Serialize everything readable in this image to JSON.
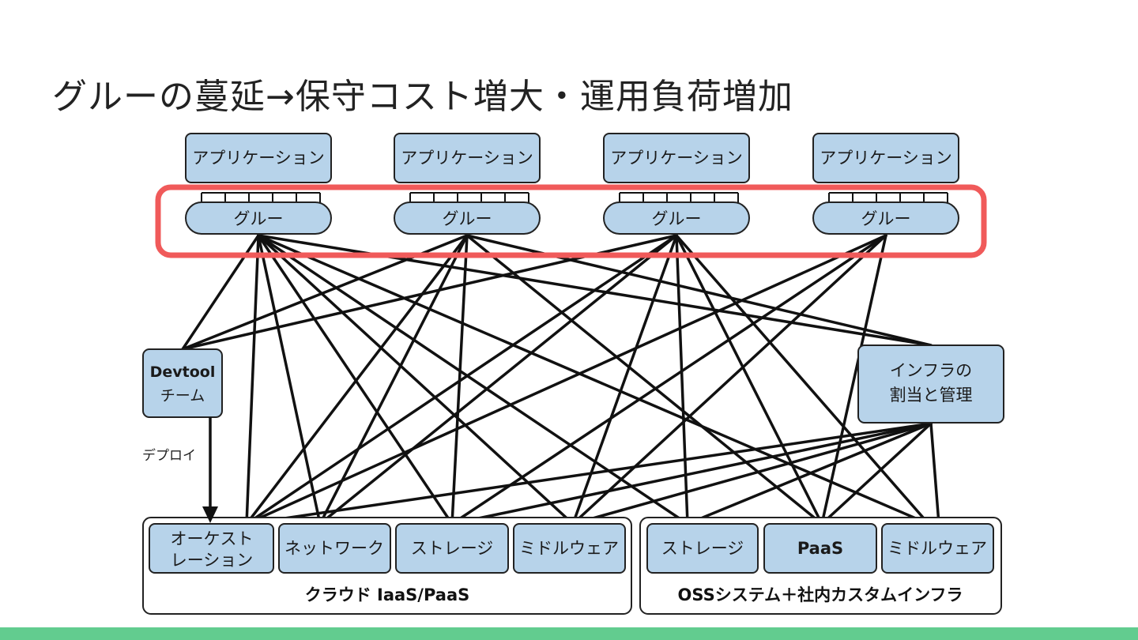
{
  "title": "グルーの蔓延→保守コスト増大・運用負荷増加",
  "colors": {
    "node_fill": "#b7d3ea",
    "node_stroke": "#222222",
    "highlight": "#f05a5a",
    "footer": "#62cc8f"
  },
  "applications": [
    "アプリケーション",
    "アプリケーション",
    "アプリケーション",
    "アプリケーション"
  ],
  "glues": [
    "グルー",
    "グルー",
    "グルー",
    "グルー"
  ],
  "devtool": [
    "Devtool",
    "チーム"
  ],
  "infra": [
    "インフラの",
    "割当と管理"
  ],
  "deploy_label": "デプロイ",
  "cloud_group": {
    "label": "クラウド IaaS/PaaS",
    "nodes": [
      [
        "オーケスト",
        "レーション"
      ],
      [
        "ネットワーク"
      ],
      [
        "ストレージ"
      ],
      [
        "ミドルウェア"
      ]
    ]
  },
  "oss_group": {
    "label": "OSSシステム＋社内カスタムインフラ",
    "nodes": [
      [
        "ストレージ"
      ],
      [
        "PaaS"
      ],
      [
        "ミドルウェア"
      ]
    ]
  }
}
